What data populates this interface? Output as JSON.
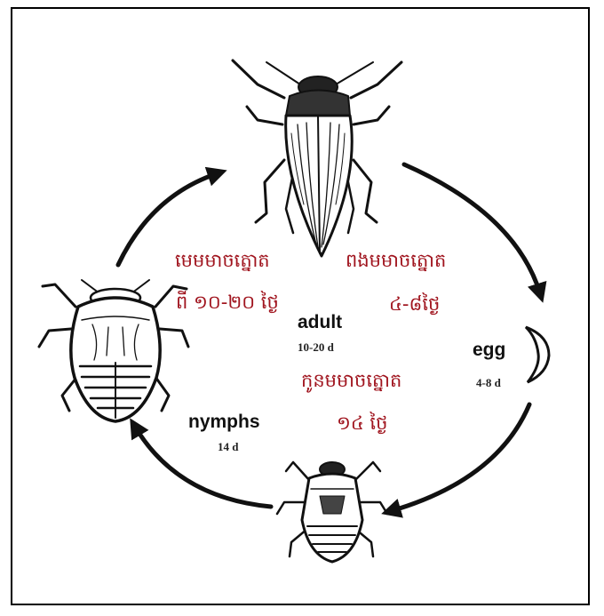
{
  "colors": {
    "khmer_text": "#a0141e",
    "english_text": "#111111",
    "arrows": "#111111",
    "frame": "#000000"
  },
  "stages": {
    "adult": {
      "label": "adult",
      "duration": "10-20 d"
    },
    "egg": {
      "label": "egg",
      "duration": "4-8 d"
    },
    "nymphs": {
      "label": "nymphs",
      "duration": "14 d"
    }
  },
  "khmer": {
    "adult_line1": "មេមមាចត្នោត",
    "adult_line2": "ពី ១០-២០ ថ្ងៃ",
    "egg_line1": "ពងមមាចត្នោត",
    "egg_line2": "៤-៨ថ្ងៃ",
    "nymph_line1": "កូនមមាចត្នោត",
    "nymph_line2": "១៤ ថ្ងៃ"
  },
  "icons": [
    "adult-insect-icon",
    "egg-icon",
    "small-nymph-icon",
    "large-nymph-icon",
    "cycle-arrow-icon"
  ]
}
